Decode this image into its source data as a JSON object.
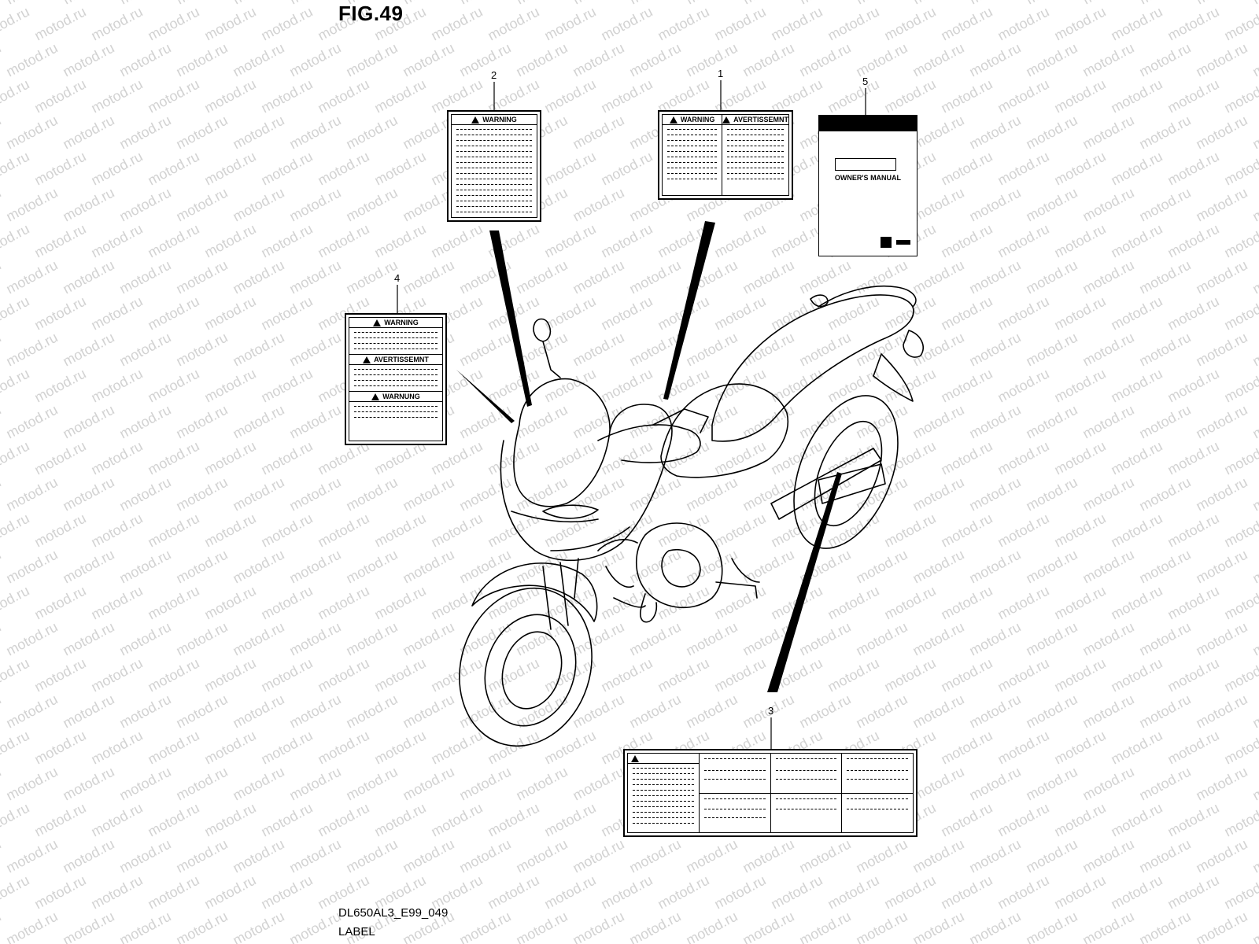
{
  "figure": {
    "title": "FIG.49",
    "code": "DL650AL3_E99_049",
    "name": "LABEL"
  },
  "watermark": "motod.ru",
  "callouts": [
    "1",
    "2",
    "3",
    "4",
    "5"
  ],
  "labels": {
    "l1": {
      "left_heading": "WARNING",
      "right_heading": "AVERTISSEMNT"
    },
    "l2": {
      "heading": "WARNING"
    },
    "l4": {
      "h1": "WARNING",
      "h2": "AVERTISSEMNT",
      "h3": "WARNUNG"
    },
    "l5": {
      "title": "OWNER'S MANUAL"
    }
  }
}
